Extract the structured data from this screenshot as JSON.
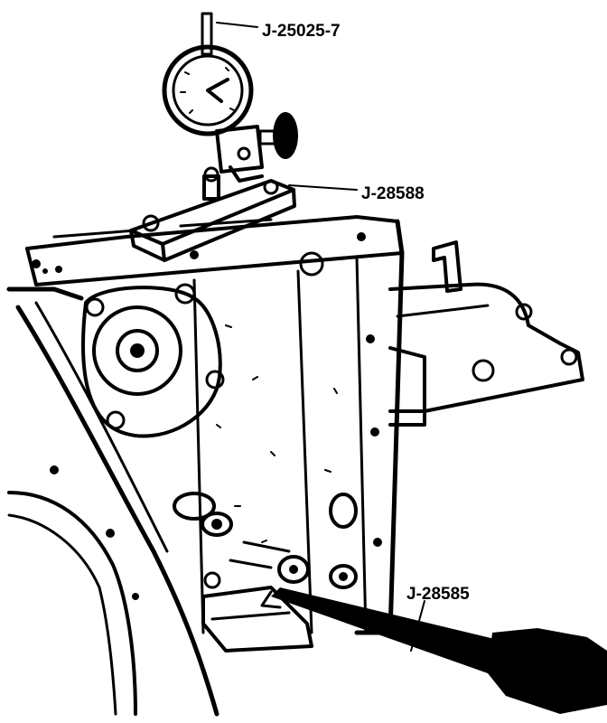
{
  "callouts": {
    "dial_indicator": "J-25025-7",
    "fixture": "J-28588",
    "pry_tool": "J-28585"
  },
  "colors": {
    "ink": "#000000",
    "paper": "#ffffff"
  }
}
